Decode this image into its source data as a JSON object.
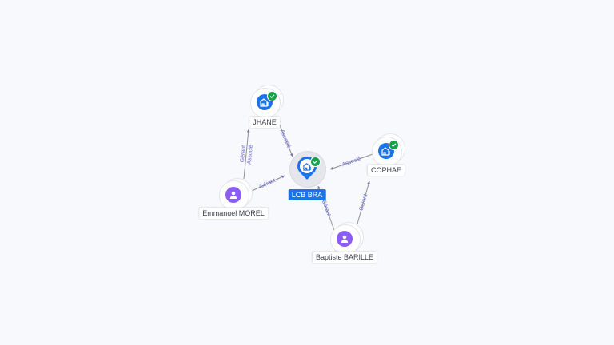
{
  "colors": {
    "company": "#1a73e8",
    "person": "#8b5cf6",
    "verified": "#14a34a",
    "edge": "#8a8f9c",
    "edge_label": "#6b6fd0"
  },
  "nodes": {
    "jhane": {
      "label": "JHANE",
      "type": "company",
      "icon": "building-icon",
      "verified": true
    },
    "lcb_bra": {
      "label": "LCB BRA",
      "type": "company",
      "icon": "building-icon",
      "verified": true,
      "central": true
    },
    "cophae": {
      "label": "COPHAE",
      "type": "company",
      "icon": "building-icon",
      "verified": true
    },
    "emmanuel_morel": {
      "label": "Emmanuel MOREL",
      "type": "person",
      "icon": "person-icon"
    },
    "baptiste_barille": {
      "label": "Baptiste BARILLE",
      "type": "person",
      "icon": "person-icon"
    }
  },
  "edges": [
    {
      "from": "emmanuel_morel",
      "to": "jhane",
      "labels": [
        "Gérant",
        "Associé"
      ]
    },
    {
      "from": "jhane",
      "to": "lcb_bra",
      "labels": [
        "Associé"
      ]
    },
    {
      "from": "emmanuel_morel",
      "to": "lcb_bra",
      "labels": [
        "Gérant"
      ]
    },
    {
      "from": "cophae",
      "to": "lcb_bra",
      "labels": [
        "Associé"
      ]
    },
    {
      "from": "baptiste_barille",
      "to": "lcb_bra",
      "labels": [
        "Gérant"
      ]
    },
    {
      "from": "baptiste_barille",
      "to": "cophae",
      "labels": [
        "Gérant"
      ]
    }
  ]
}
